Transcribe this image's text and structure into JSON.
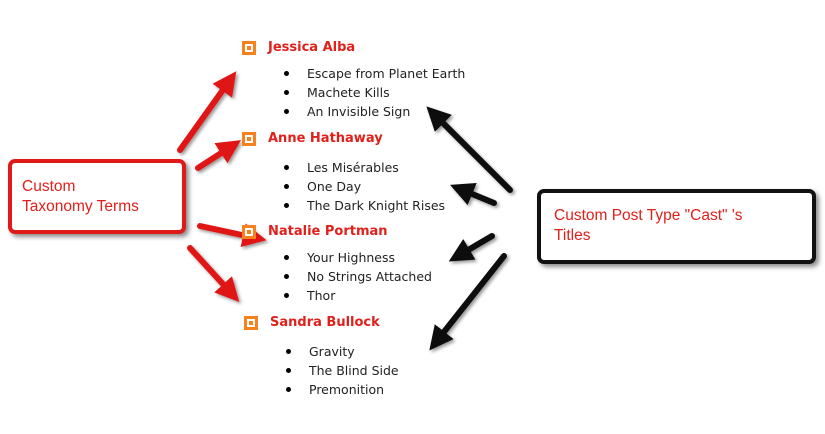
{
  "left_callout": {
    "line1": "Custom",
    "line2": "Taxonomy Terms"
  },
  "right_callout": {
    "line1": "Custom Post Type \"Cast\" 's",
    "line2": "Titles"
  },
  "terms": [
    {
      "name": "Jessica Alba",
      "titles": [
        "Escape from Planet Earth",
        "Machete Kills",
        "An Invisible Sign"
      ]
    },
    {
      "name": "Anne Hathaway",
      "titles": [
        "Les Misérables",
        "One Day",
        "The Dark Knight Rises"
      ]
    },
    {
      "name": "Natalie Portman",
      "titles": [
        "Your Highness",
        "No Strings Attached",
        "Thor"
      ]
    },
    {
      "name": "Sandra Bullock",
      "titles": [
        "Gravity",
        "The Blind Side",
        "Premonition"
      ]
    }
  ],
  "colors": {
    "term_red": "#e0201b",
    "bullet_orange": "#f5821f",
    "arrow_red": "#e01919",
    "arrow_black": "#111111"
  }
}
